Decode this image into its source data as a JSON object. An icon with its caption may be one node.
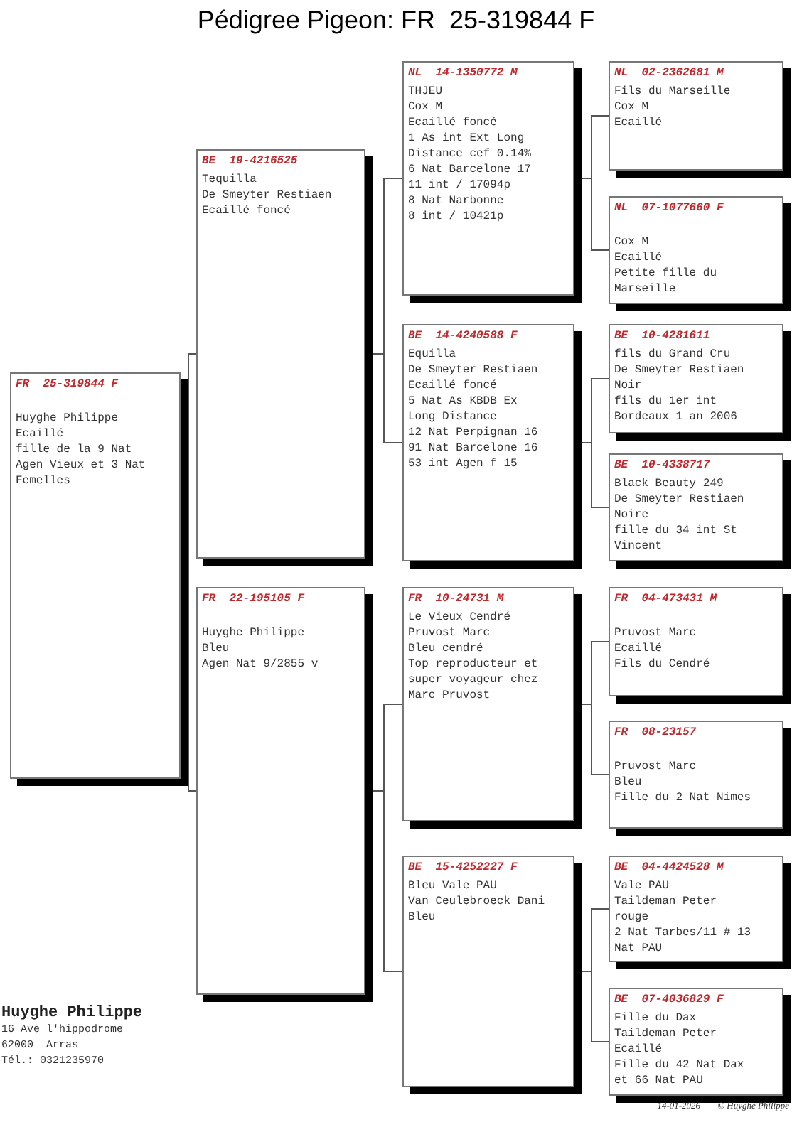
{
  "diagram": {
    "title": "Pédigree Pigeon: FR  25-319844 F",
    "nodes": [
      {
        "text": [
          "FR  25-319844 F",
          "Huyghe Philippe",
          "Ecaillé",
          "fille de la 9 Nat Agen Vieux et 3 Nat Femelles"
        ]
      },
      {
        "text": [
          "BE  19-4216525",
          "Tequilla",
          "De Smeyter Restiaen",
          "Ecaillé foncé"
        ]
      },
      {
        "text": [
          "NL  14-1350772 M",
          "THJEU",
          "Cox M",
          "Ecaillé foncé",
          "1 As int Ext Long Distance cef 0.14%",
          "6 Nat Barcelone 17",
          "11 int / 17094p",
          "8 Nat Narbonne",
          "8 int / 10421p"
        ]
      },
      {
        "text": [
          "NL  02-2362681 M",
          "Fils du Marseille",
          "Cox M",
          "Ecaillé"
        ]
      },
      {
        "text": [
          "NL  07-1077660 F",
          "Cox M",
          "Ecaillé",
          "Petite fille du Marseille"
        ]
      },
      {
        "text": [
          "BE  14-4240588 F",
          "Equilla",
          "De Smeyter Restiaen",
          "Ecaillé foncé",
          "5 Nat As KBDB Ex Long Distance",
          "12 Nat Perpignan 16",
          "91 Nat Barcelone 16",
          "53 int Agen f 15"
        ]
      },
      {
        "text": [
          "BE  10-4281611",
          "fils du Grand Cru",
          "De Smeyter Restiaen",
          "Noir",
          "fils du 1er int Bordeaux 1 an 2006"
        ]
      },
      {
        "text": [
          "BE  10-4338717",
          "Black Beauty 249",
          "De Smeyter Restiaen",
          "Noire",
          "fille du 34 int St Vincent"
        ]
      },
      {
        "text": [
          "FR  22-195105 F",
          "Huyghe Philippe",
          "Bleu",
          "Agen Nat 9/2855 v"
        ]
      },
      {
        "text": [
          "FR  10-24731 M",
          "Le Vieux Cendré",
          "Pruvost Marc",
          "Bleu cendré",
          "Top reproducteur et super voyageur chez Marc Pruvost"
        ]
      },
      {
        "text": [
          "FR  04-473431 M",
          "Pruvost Marc",
          "Ecaillé",
          "Fils du Cendré"
        ]
      },
      {
        "text": [
          "FR  08-23157",
          "Pruvost Marc",
          "Bleu",
          "Fille du 2 Nat Nimes"
        ]
      },
      {
        "text": [
          "BE  15-4252227 F",
          "Bleu Vale PAU",
          "Van Ceulebroeck Dani",
          "Bleu"
        ]
      },
      {
        "text": [
          "BE  04-4424528 M",
          "Vale PAU",
          "Taildeman Peter",
          "rouge",
          "2 Nat Tarbes/11 # 13 Nat PAU"
        ]
      },
      {
        "text": [
          "BE  07-4036829 F",
          "Fille du Dax",
          "Taildeman Peter",
          "Ecaillé",
          "Fille du 42 Nat Dax et 66 Nat PAU"
        ]
      }
    ],
    "edges": [
      {
        "from": 0,
        "to": 1,
        "arrow": "none"
      },
      {
        "from": 0,
        "to": 8,
        "arrow": "none"
      },
      {
        "from": 1,
        "to": 2,
        "arrow": "none"
      },
      {
        "from": 1,
        "to": 5,
        "arrow": "none"
      },
      {
        "from": 2,
        "to": 3,
        "arrow": "none"
      },
      {
        "from": 2,
        "to": 4,
        "arrow": "none"
      },
      {
        "from": 5,
        "to": 6,
        "arrow": "none"
      },
      {
        "from": 5,
        "to": 7,
        "arrow": "none"
      },
      {
        "from": 8,
        "to": 9,
        "arrow": "none"
      },
      {
        "from": 8,
        "to": 12,
        "arrow": "none"
      },
      {
        "from": 9,
        "to": 10,
        "arrow": "none"
      },
      {
        "from": 9,
        "to": 11,
        "arrow": "none"
      },
      {
        "from": 12,
        "to": 13,
        "arrow": "none"
      },
      {
        "from": 12,
        "to": 14,
        "arrow": "none"
      }
    ],
    "labels": [
      "Huyghe Philippe",
      "16 Ave l'hippodrome",
      "62000  Arras",
      "Tél.: 0321235970",
      "14-01-2026",
      "© Huyghe Philippe"
    ]
  }
}
